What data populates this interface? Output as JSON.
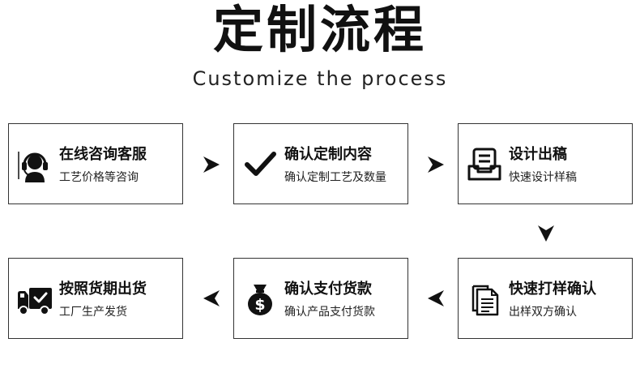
{
  "header": {
    "title": "定制流程",
    "subtitle": "Customize the process"
  },
  "steps": [
    {
      "title": "在线咨询客服",
      "desc": "工艺价格等咨询",
      "icon": "headset-icon"
    },
    {
      "title": "确认定制内容",
      "desc": "确认定制工艺及数量",
      "icon": "checkmark-icon"
    },
    {
      "title": "设计出稿",
      "desc": "快速设计样稿",
      "icon": "inbox-tray-icon"
    },
    {
      "title": "快速打样确认",
      "desc": "出样双方确认",
      "icon": "documents-icon"
    },
    {
      "title": "确认支付货款",
      "desc": "确认产品支付货款",
      "icon": "money-bag-icon"
    },
    {
      "title": "按照货期出货",
      "desc": "工厂生产发货",
      "icon": "delivery-truck-icon"
    }
  ],
  "colors": {
    "text": "#111111",
    "border": "#333333",
    "background": "#ffffff"
  }
}
